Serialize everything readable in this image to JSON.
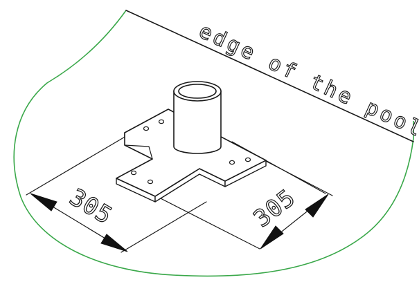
{
  "labels": {
    "pool_edge": "edge of the pool",
    "dim_left": "305",
    "dim_right": "305"
  },
  "colors": {
    "boundary": "#3aa84a",
    "linework": "#1a1a1a",
    "arrowheads": "#111111",
    "background": "#ffffff"
  }
}
